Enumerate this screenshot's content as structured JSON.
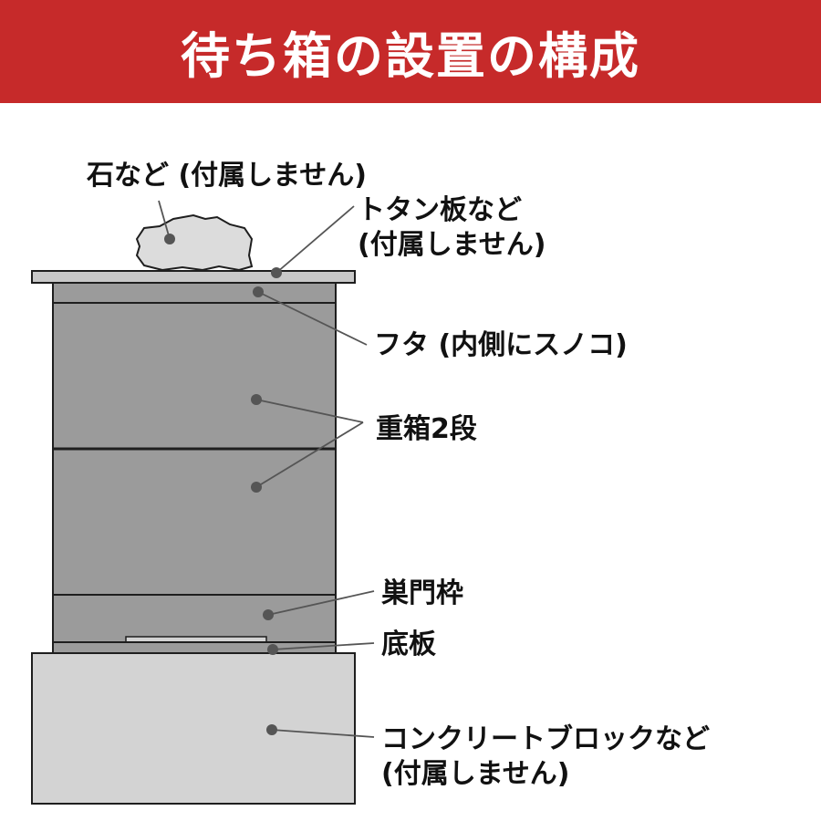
{
  "header": {
    "title": "待ち箱の設置の構成",
    "background": "#c62a2a"
  },
  "colors": {
    "box_fill": "#9b9b9b",
    "block_fill": "#d3d3d3",
    "tin_fill": "#c8c8c8",
    "stone_fill": "#dcdcdc",
    "outline": "#1e1e1e",
    "leader": "#555555"
  },
  "labels": {
    "stone": "石など (付属しません)",
    "tin_line1": "トタン板など",
    "tin_line2": "(付属しません)",
    "lid": "フタ (内側にスノコ)",
    "boxes": "重箱2段",
    "entrance": "巣門枠",
    "bottom": "底板",
    "block_line1": "コンクリートブロックなど",
    "block_line2": "(付属しません)"
  }
}
